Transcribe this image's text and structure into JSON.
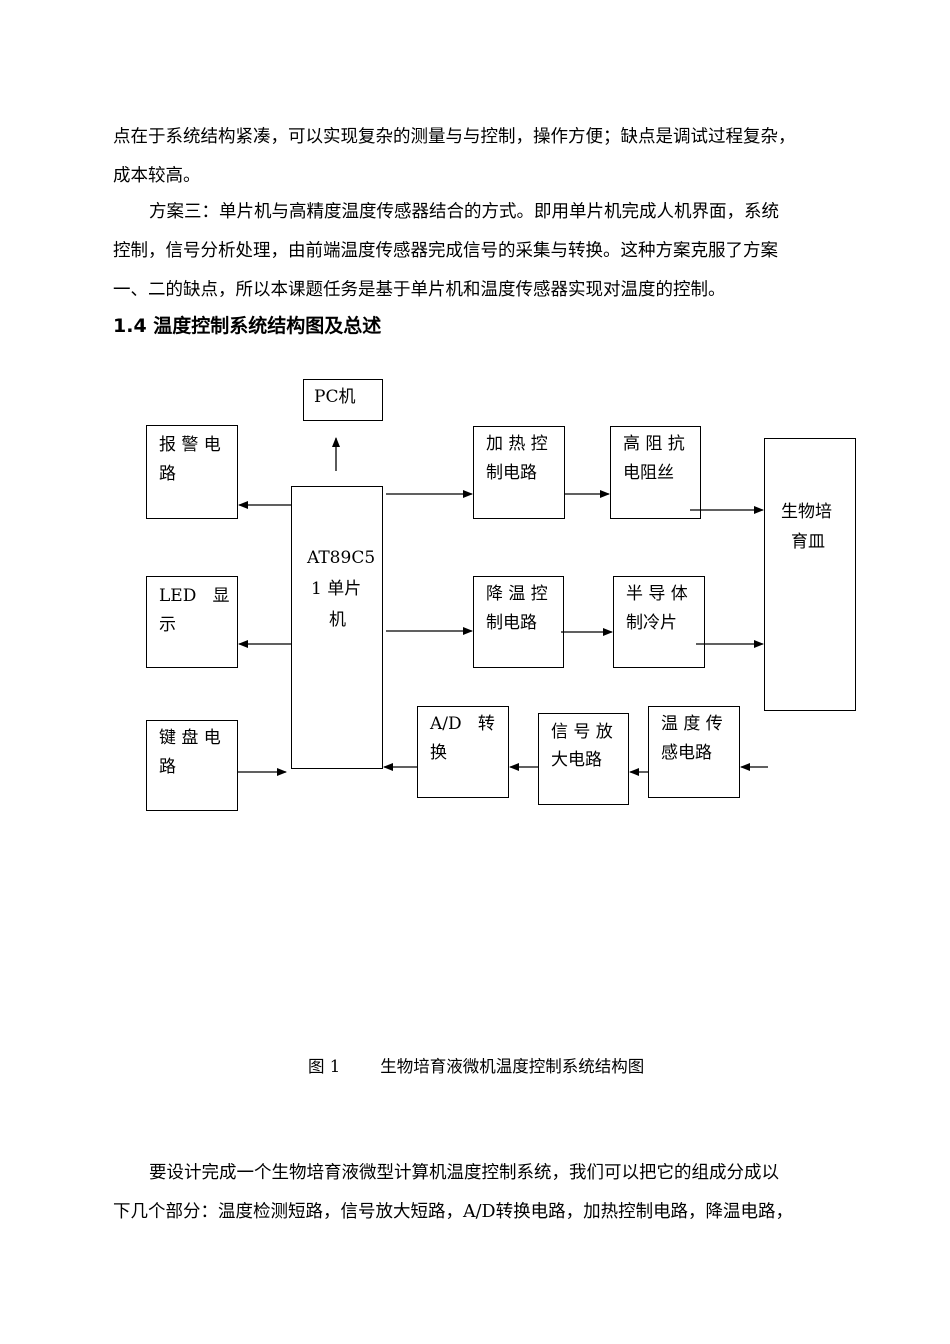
{
  "paragraphs": {
    "p1_line1": "点在于系统结构紧凑，可以实现复杂的测量与与控制，操作方便；缺点是调试过程复杂，",
    "p1_line2": "成本较高。",
    "p2_line1": "方案三：单片机与高精度温度传感器结合的方式。即用单片机完成人机界面，系统",
    "p2_line2": "控制，信号分析处理，由前端温度传感器完成信号的采集与转换。这种方案克服了方案",
    "p2_line3": "一、二的缺点，所以本课题任务是基于单片机和温度传感器实现对温度的控制。",
    "p3_line1": "要设计完成一个生物培育液微型计算机温度控制系统，我们可以把它的组成分成以",
    "p3_line2": "下几个部分：温度检测短路，信号放大短路，A/D转换电路，加热控制电路，降温电路，"
  },
  "section_heading": "1.4 温度控制系统结构图及总述",
  "diagram": {
    "pc": "PC机",
    "alarm": [
      "报 警 电",
      "路"
    ],
    "led": [
      "LED   显",
      "示"
    ],
    "keyboard": [
      "键 盘 电",
      "路"
    ],
    "mcu": [
      "AT89C5",
      "1 单片",
      "机"
    ],
    "heat_ctrl": [
      "加 热 控",
      "制电路"
    ],
    "resistor": [
      "高 阻 抗",
      "电阻丝"
    ],
    "cool_ctrl": [
      "降 温 控",
      "制电路"
    ],
    "peltier": [
      "半 导 体",
      "制冷片"
    ],
    "dish": [
      "生物培",
      "育皿"
    ],
    "adc": [
      "A/D   转",
      "换"
    ],
    "amp": [
      "信 号 放",
      "大电路"
    ],
    "sensor": [
      "温 度 传",
      "感电路"
    ]
  },
  "caption": {
    "label": "图 1",
    "title": "生物培育液微机温度控制系统结构图"
  }
}
